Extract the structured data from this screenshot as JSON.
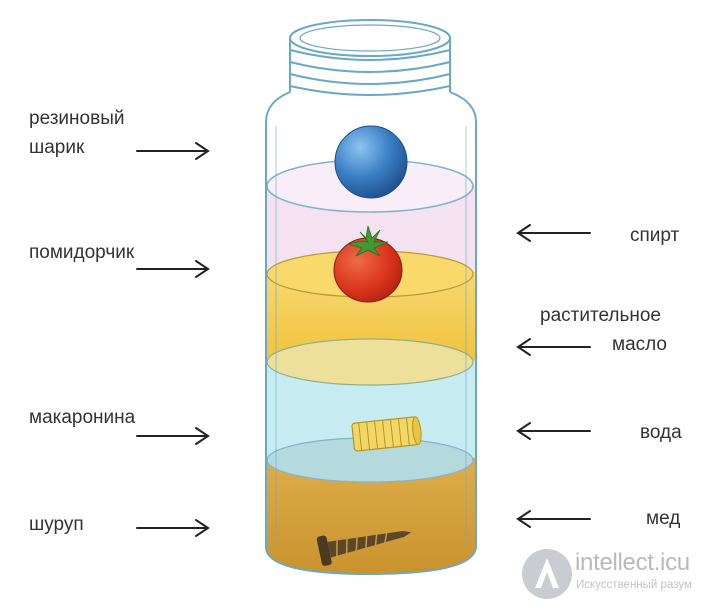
{
  "labels": {
    "rubber_ball": [
      "резиновый",
      "шарик"
    ],
    "tomato": "помидорчик",
    "pasta": "макаронина",
    "screw": "шуруп",
    "alcohol": "спирт",
    "vegetable_oil": [
      "растительное",
      "масло"
    ],
    "water": "вода",
    "honey": "мед"
  },
  "watermark": {
    "site": "intellect.icu",
    "subtitle": "Искусственный разум"
  },
  "colors": {
    "alcohol_layer": "#f4e2f0",
    "oil_layer": "#f5cf58",
    "water_layer": "#c6ecf2",
    "honey_layer": "#d9a740",
    "ball": "#3a7fc6",
    "tomato": "#d9331b",
    "tomato_leaf": "#3f9a33",
    "jar_outline": "#6aa9c6"
  }
}
